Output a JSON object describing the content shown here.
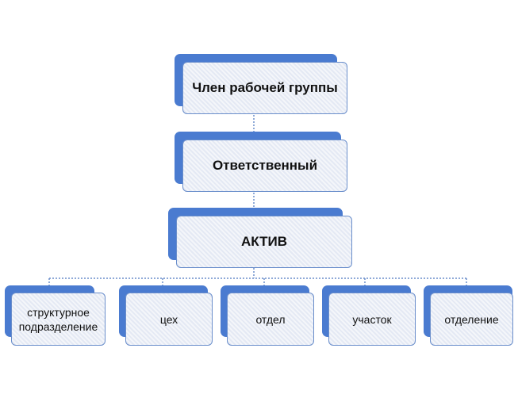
{
  "nodes": {
    "member": "Член рабочей группы",
    "responsible": "Ответственный",
    "asset": "АКТИВ"
  },
  "children": [
    "структурное подразделение",
    "цех",
    "отдел",
    "участок",
    "отделение"
  ],
  "colors": {
    "box_back": "#4a7bd0",
    "box_front": "#eef1f8",
    "connector": "#6a8ecb"
  }
}
